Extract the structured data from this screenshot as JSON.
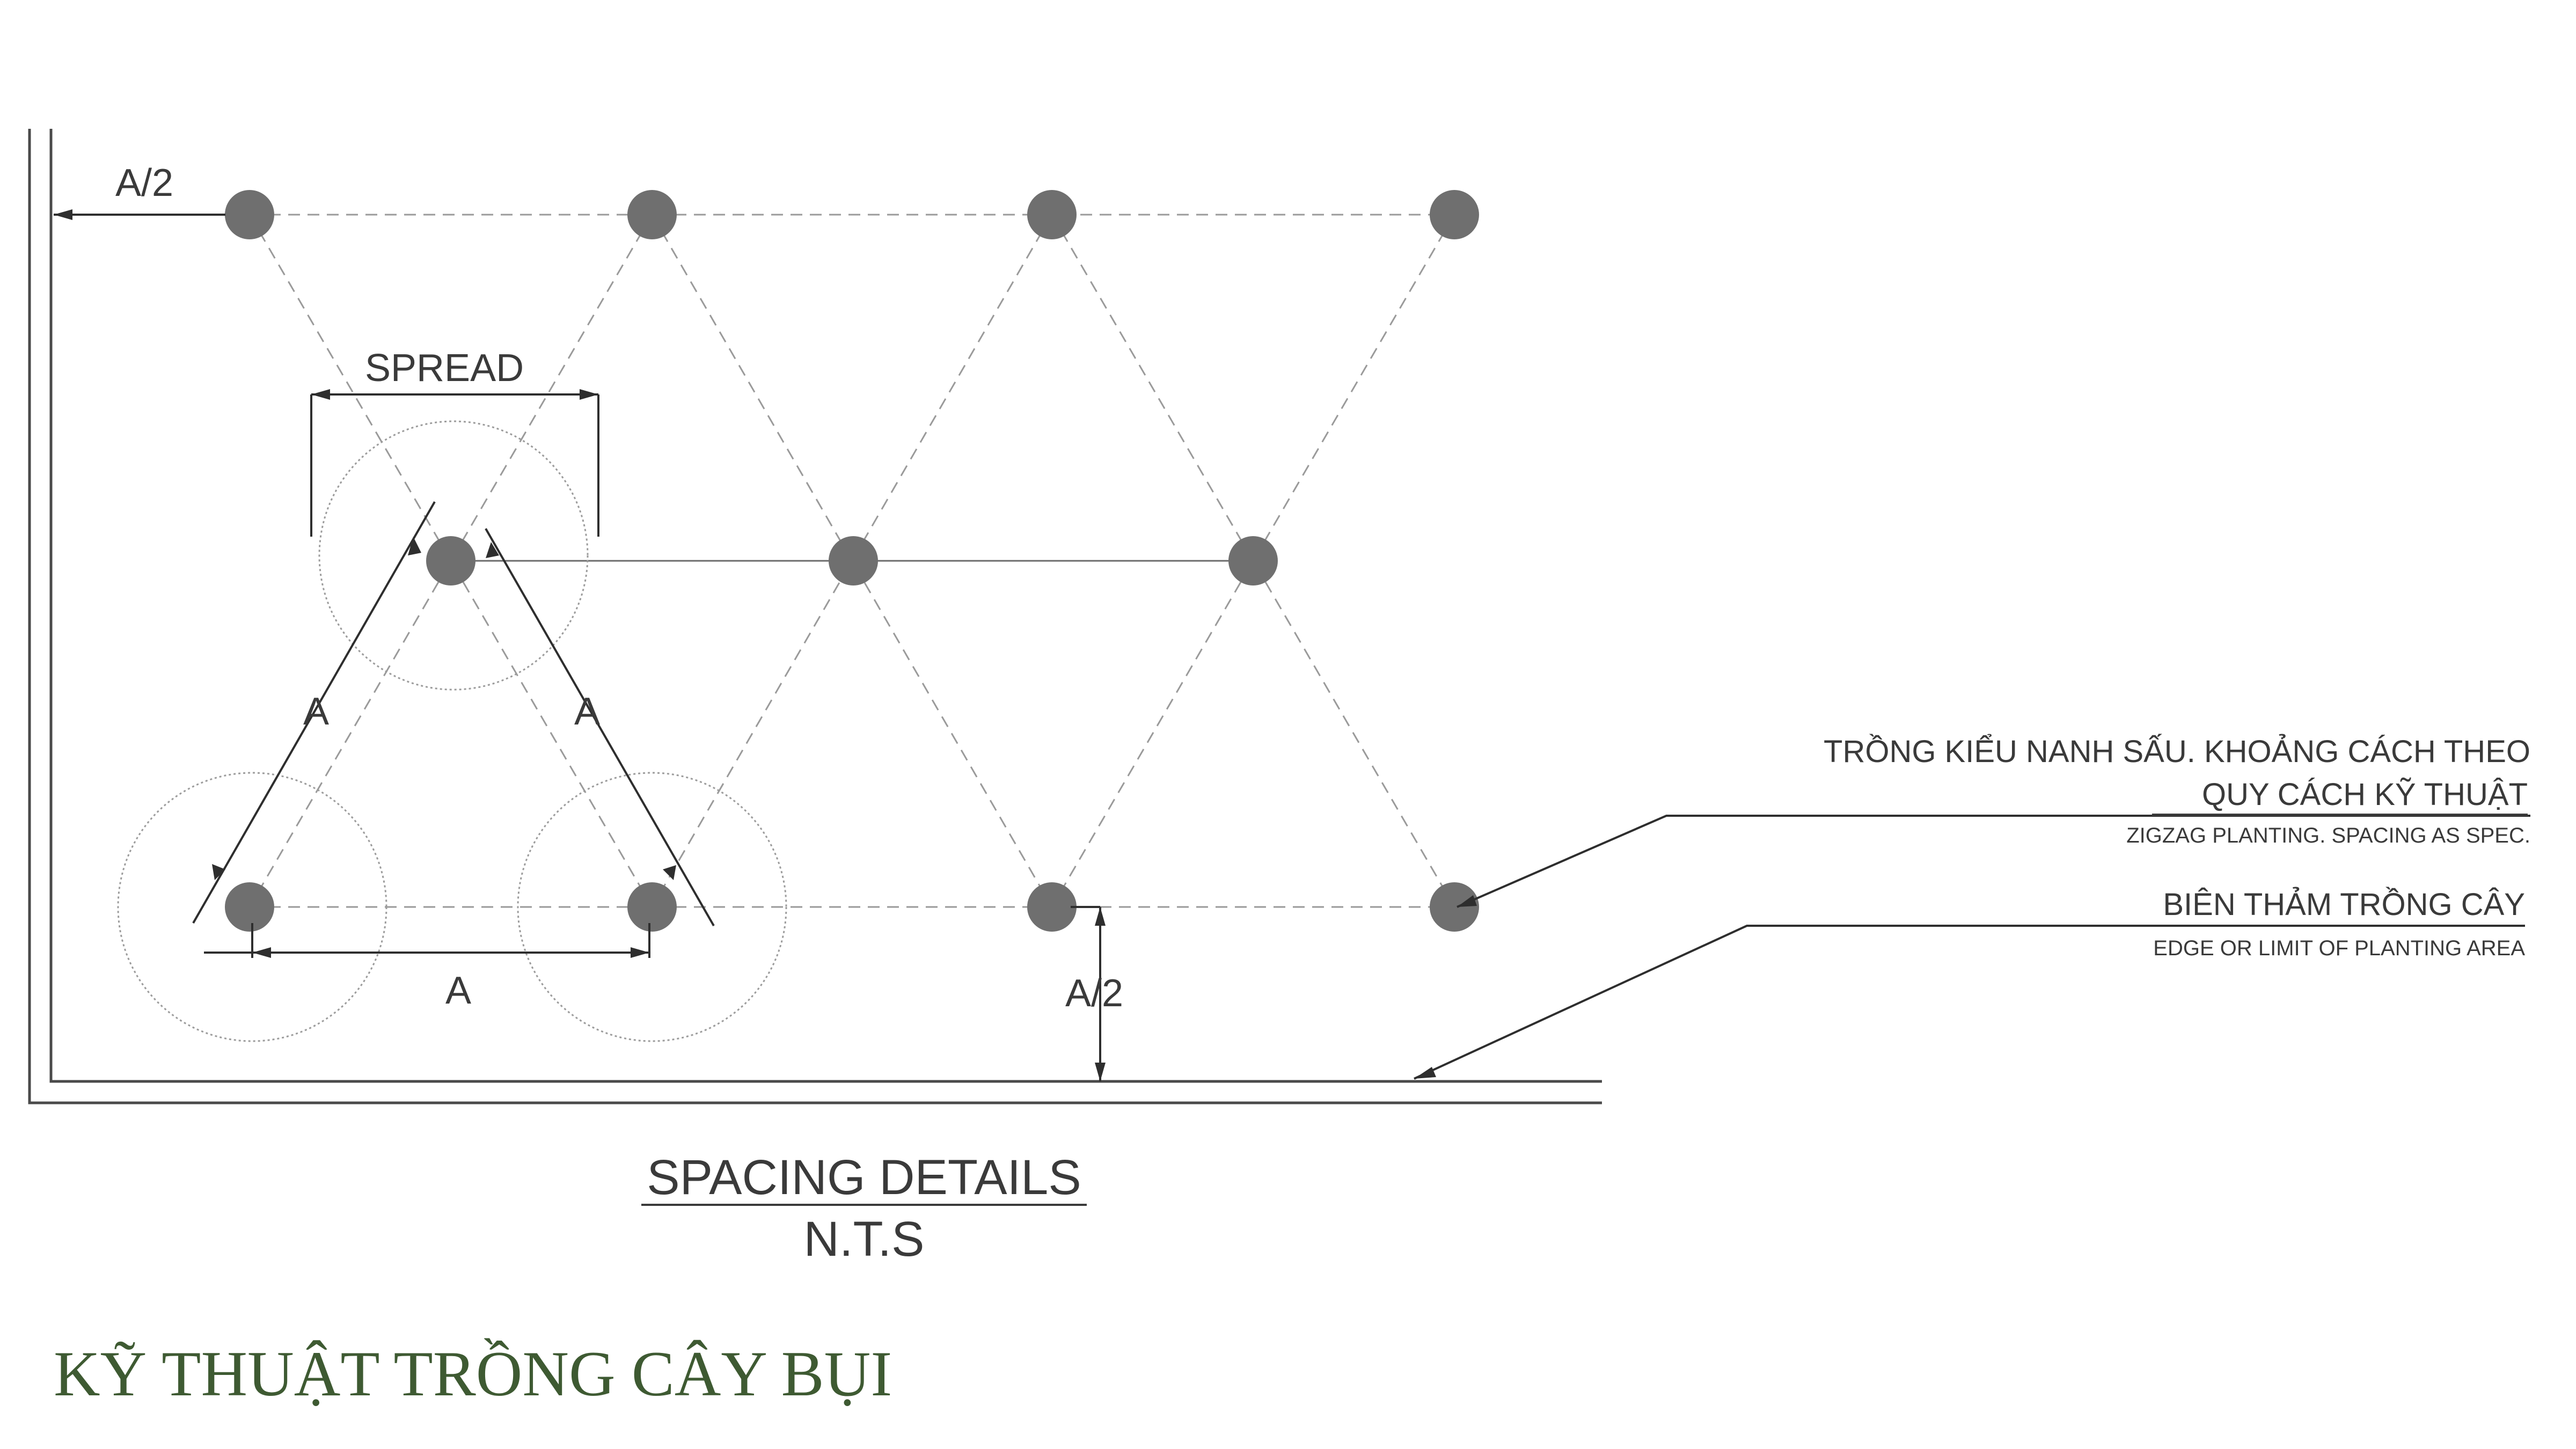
{
  "labels": {
    "half_spacing": "A/2",
    "spread": "SPREAD",
    "spacing": "A",
    "half_spacing_vertical": "A/2"
  },
  "callouts": {
    "zigzag_vi_line1": "TRỒNG KIỂU NANH SẤU. KHOẢNG CÁCH THEO",
    "zigzag_vi_line2": "QUY CÁCH KỸ THUẬT",
    "zigzag_en": "ZIGZAG PLANTING. SPACING AS SPEC.",
    "edge_vi": "BIÊN THẢM TRỒNG CÂY",
    "edge_en": "EDGE OR LIMIT OF PLANTING AREA"
  },
  "detail": {
    "title": "SPACING DETAILS",
    "scale": "N.T.S"
  },
  "page_title": "KỸ THUẬT TRỒNG CÂY BỤI",
  "colors": {
    "plant_dot": "#6f6f6f",
    "title_green": "#3e5a32",
    "line": "#3a3a3a"
  }
}
